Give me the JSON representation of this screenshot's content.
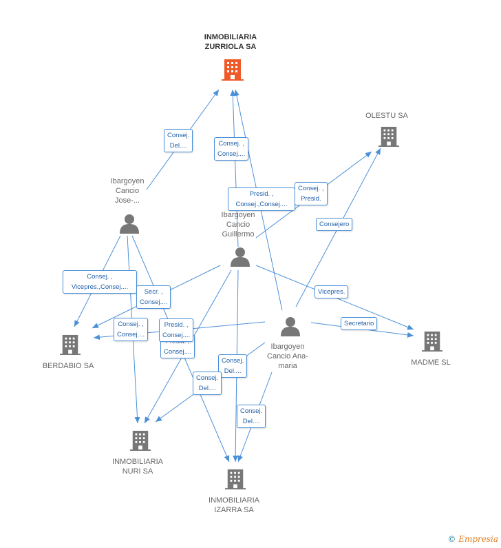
{
  "nodes": {
    "zurriola": {
      "label": "INMOBILIARIA\nZURRIOLA SA"
    },
    "olestu": {
      "label": "OLESTU SA"
    },
    "jose": {
      "label": "Ibargoyen\nCancio\nJose-..."
    },
    "guillermo": {
      "label": "Ibargoyen\nCancio\nGuillermo"
    },
    "anamaria": {
      "label": "Ibargoyen\nCancio Ana-\nmaria"
    },
    "berdabio": {
      "label": "BERDABIO SA"
    },
    "madme": {
      "label": "MADME SL"
    },
    "nuri": {
      "label": "INMOBILIARIA\nNURI SA"
    },
    "izarra": {
      "label": "INMOBILIARIA\nIZARRA SA"
    }
  },
  "edge_labels": {
    "jose_zurriola": "Consej.\nDel....",
    "guillermo_zurriola": "Consej. ,\nConsej....",
    "guillermo_olestu_presid": "Presid. ,\nConsej.,Consej....",
    "anamaria_olestu": "Consej. ,\nPresid.",
    "consejero": "Consejero",
    "jose_berdabio": "Consej. ,\nVicepres.,Consej....",
    "secr": "Secr. ,\nConsej....",
    "vicepres": "Vicepres.",
    "secretario": "Secretario",
    "consej_berdabio2": "Consej. ,\nConsej....",
    "presid_consej1": "Presid. ,\nConsej....",
    "presid_consej2": "Presid. ,\nConsej....",
    "consej_del1": "Consej.\nDel....",
    "consej_del2": "Consej.\nDel....",
    "consej_del3": "Consej.\nDel...."
  },
  "colors": {
    "main_company": "#f05a28",
    "company": "#777777",
    "person": "#777777",
    "edge": "#4a90d9"
  },
  "brand": {
    "copyright": "©",
    "name": "Empresia"
  }
}
